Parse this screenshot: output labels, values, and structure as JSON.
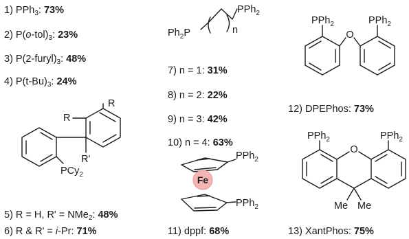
{
  "entries": {
    "e1": {
      "pre": "1) PPh",
      "sub": "3",
      "post": ": ",
      "yield": "73%"
    },
    "e2": {
      "pre": "2) P(",
      "ital": "o",
      "mid": "-tol)",
      "sub": "3",
      "post": ": ",
      "yield": "23%"
    },
    "e3": {
      "pre": "3) P(2-furyl)",
      "sub": "3",
      "post": ": ",
      "yield": "48%"
    },
    "e4": {
      "pre": "4) P(t-Bu)",
      "sub": "3",
      "post": ": ",
      "yield": "24%"
    },
    "e5": {
      "pre": "5) R = H, R' = NMe",
      "sub": "2",
      "post": ": ",
      "yield": "48%"
    },
    "e6": {
      "pre": "6) R & R' = ",
      "ital": "i",
      "mid": "-Pr: ",
      "yield": "71%"
    },
    "e7": {
      "label": "7) n = 1: ",
      "yield": "31%"
    },
    "e8": {
      "label": "8) n = 2: ",
      "yield": "22%"
    },
    "e9": {
      "label": "9) n = 3: ",
      "yield": "42%"
    },
    "e10": {
      "label": "10) n = 4: ",
      "yield": "63%"
    },
    "e11": {
      "label": "11) dppf: ",
      "yield": "68%"
    },
    "e12": {
      "label": "12) DPEPhos: ",
      "yield": "73%"
    },
    "e13": {
      "label": "13) XantPhos: ",
      "yield": "75%"
    }
  },
  "structures": {
    "biaryl": {
      "r_top": "R",
      "r_left": "R",
      "r_prime": "R'",
      "pcy": "PCy",
      "pcy_sub": "2"
    },
    "diphos": {
      "ph2p": "Ph",
      "ph2p_sub": "2",
      "ph2p_p": "P",
      "pph2": "PPh",
      "pph2_sub": "2",
      "n": "n"
    },
    "dppf": {
      "fe": "Fe",
      "pph2": "PPh",
      "pph2_sub": "2"
    },
    "dpephos": {
      "pph2": "PPh",
      "pph2_sub": "2",
      "o": "O"
    },
    "xantphos": {
      "pph2": "PPh",
      "pph2_sub": "2",
      "o": "O",
      "me": "Me"
    }
  },
  "colors": {
    "fe_fill": "#f4b5b5",
    "fe_stroke": "#e39a9a"
  }
}
